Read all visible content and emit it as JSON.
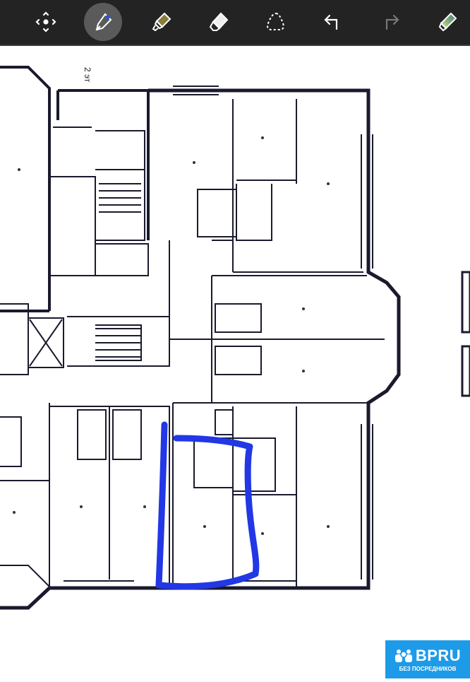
{
  "toolbar": {
    "tools": [
      {
        "name": "move-tool",
        "icon": "move-arrows-icon",
        "active": false
      },
      {
        "name": "pen-tool",
        "icon": "fountain-pen-icon",
        "active": true,
        "color": "#2a4fe0"
      },
      {
        "name": "highlighter-tool",
        "icon": "highlighter-icon",
        "active": false,
        "color": "#8c7a3c"
      },
      {
        "name": "eraser-tool",
        "icon": "eraser-icon",
        "active": false
      },
      {
        "name": "lasso-tool",
        "icon": "lasso-icon",
        "active": false
      },
      {
        "name": "undo",
        "icon": "undo-icon",
        "active": false
      },
      {
        "name": "redo",
        "icon": "redo-icon",
        "active": false,
        "disabled": true
      },
      {
        "name": "color-pen-tool",
        "icon": "gradient-pen-icon",
        "active": false
      }
    ]
  },
  "canvas": {
    "floor_label": "2 эт",
    "annotation_color": "#2237e6"
  },
  "watermark": {
    "brand": "BPRU",
    "tagline": "БЕЗ ПОСРЕДНИКОВ",
    "color": "#1e9be8"
  }
}
